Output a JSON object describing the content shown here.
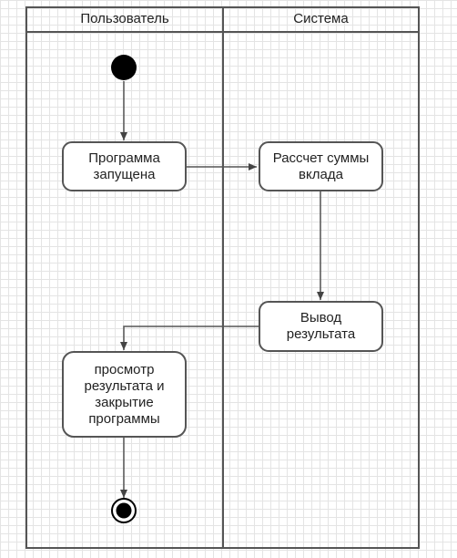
{
  "diagram": {
    "lanes": [
      {
        "id": "user",
        "label": "Пользователь"
      },
      {
        "id": "system",
        "label": "Система"
      }
    ],
    "nodes": [
      {
        "id": "start",
        "type": "initial",
        "label": ""
      },
      {
        "id": "program_started",
        "type": "action",
        "label": "Программа\nзапущена"
      },
      {
        "id": "calc_deposit",
        "type": "action",
        "label": "Рассчет суммы\nвклада"
      },
      {
        "id": "output_result",
        "type": "action",
        "label": "Вывод\nрезультата"
      },
      {
        "id": "view_and_close",
        "type": "action",
        "label": "просмотр\nрезультата и\nзакрытие\nпрограммы"
      },
      {
        "id": "end",
        "type": "final",
        "label": ""
      }
    ],
    "edges": [
      {
        "from": "start",
        "to": "program_started"
      },
      {
        "from": "program_started",
        "to": "calc_deposit"
      },
      {
        "from": "calc_deposit",
        "to": "output_result"
      },
      {
        "from": "output_result",
        "to": "view_and_close"
      },
      {
        "from": "view_and_close",
        "to": "end"
      }
    ],
    "colors": {
      "line": "#555555",
      "text": "#222222",
      "fill": "#000000",
      "grid": "#e4e4e4"
    }
  }
}
